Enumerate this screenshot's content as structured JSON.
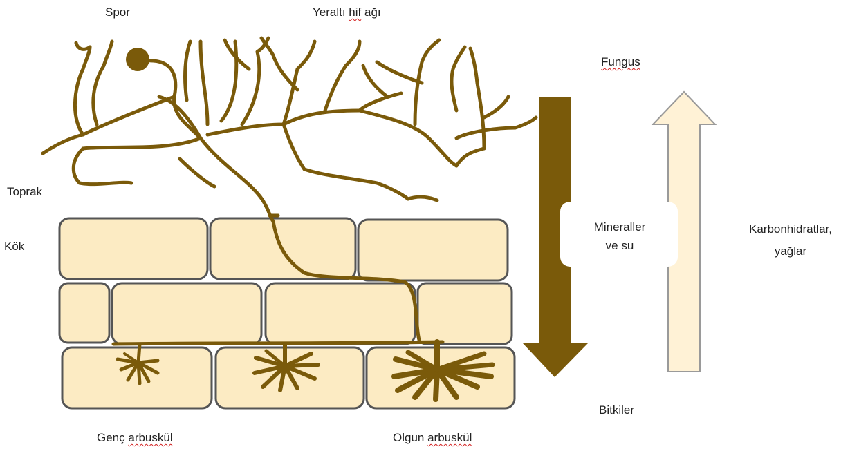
{
  "labels": {
    "spore": "Spor",
    "hyphal_network_prefix": "Yeraltı ",
    "hyphal_network_word": "hif",
    "hyphal_network_suffix": " ağı",
    "fungus": "Fungus",
    "soil": "Toprak",
    "root": "Kök",
    "minerals_line1": "Mineraller",
    "minerals_line2": "ve su",
    "carbs_line1": "Karbonhidratlar,",
    "carbs_line2": "yağlar",
    "plants": "Bitkiler",
    "young_prefix": "Genç ",
    "young_word": "arbuskül",
    "mature_prefix": "Olgun ",
    "mature_word": "arbuskül"
  },
  "colors": {
    "hyphae": "#7a5a0a",
    "cell_fill": "#fcebc3",
    "cell_stroke": "#555555",
    "arrow_down": "#7a5a0a",
    "arrow_up_fill": "#fff2d6",
    "arrow_up_stroke": "#9a9a9a"
  }
}
